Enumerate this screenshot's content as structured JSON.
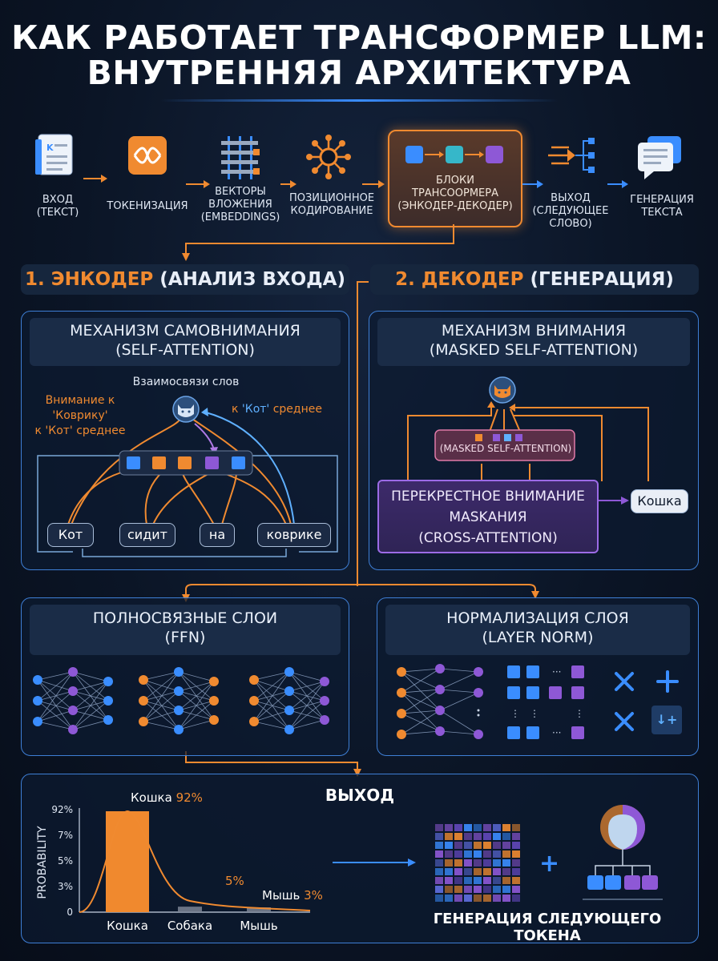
{
  "title": {
    "line1": "КАК РАБОТАЕТ ТРАНСФОРМЕР LLM:",
    "line2": "ВНУТРЕННЯЯ АРХИТЕКТУРА"
  },
  "pipeline": [
    {
      "icon": "document-icon",
      "lines": [
        "ВХОД",
        "(ТЕКСТ)"
      ]
    },
    {
      "icon": "tokenize-icon",
      "lines": [
        "ТОКЕНИЗАЦИЯ"
      ]
    },
    {
      "icon": "embedding-grid-icon",
      "lines": [
        "ВЕКТОРЫ",
        "ВЛОЖЕНИЯ",
        "(EMBEDDINGS)"
      ]
    },
    {
      "icon": "network-node-icon",
      "lines": [
        "ПОЗИЦИОННОЕ",
        "КОДИРОВАНИЕ"
      ]
    },
    {
      "icon": "transformer-block-icon",
      "lines": [
        "БЛОКИ",
        "ТРАНСООРМЕРА",
        "(ЭНКОДЕР-ДЕКОДЕР)"
      ]
    },
    {
      "icon": "output-arrow-icon",
      "lines": [
        "ВЫХОД",
        "(СЛЕДУЮЩЕЕ",
        "СЛОВО)"
      ]
    },
    {
      "icon": "chat-bubble-icon",
      "lines": [
        "ГЕНЕРАЦИЯ",
        "ТЕКСТА"
      ]
    }
  ],
  "encoder": {
    "section_num": "1. ЭНКОДЕР",
    "section_rest": "(АНАЛИЗ ВХОДА)",
    "head_line1": "МЕХАНИЗМ САМОВНИМАНИЯ",
    "head_line2": "(SELF-ATTENTION)",
    "relations_label": "Взаимосвязи слов",
    "attention_note": [
      "Внимание к",
      "'Коврику'",
      "к 'Кот' среднее"
    ],
    "note_right_prefix": "к ",
    "note_right_word": "'Кот'",
    "note_right_suffix": " среднее",
    "words": [
      "Кот",
      "сидит",
      "на",
      "коврике"
    ]
  },
  "decoder": {
    "section_num": "2. ДЕКОДЕР",
    "section_rest": "(ГЕНЕРАЦИЯ)",
    "head_line1": "МЕХАНИЗМ ВНИМАНИЯ",
    "head_line2": "(MASKED SELF-ATTENTION)",
    "masked_label": "(MASKED SELF-ATTENTION)",
    "cross_lines": [
      "ПЕРЕКРЕСТНОЕ ВНИМАНИЕ",
      "MASKАНИЯ",
      "(CROSS-ATTENTION)"
    ],
    "output_word": "Кошка"
  },
  "ffn": {
    "head_line1": "ПОЛНОСВЯЗНЫЕ СЛОИ",
    "head_line2": "(FFN)"
  },
  "norm": {
    "head_line1": "НОРМАЛИЗАЦИЯ СЛОЯ",
    "head_line2": "(LAYER NORM)",
    "tile_text": "↓+"
  },
  "output": {
    "title": "ВЫХОД",
    "generation_label": "ГЕНЕРАЦИЯ СЛЕДУЮЩЕГО ТОКЕНА"
  },
  "chart_data": {
    "type": "bar",
    "categories": [
      "Кошка",
      "Собака",
      "Мышь"
    ],
    "values": [
      92,
      5,
      3
    ],
    "ylabel": "PROBABILITY",
    "y_ticks": [
      "92%",
      "7%",
      "5%",
      "3%",
      "0"
    ],
    "data_labels": [
      {
        "prefix": "Кошка ",
        "value": "92%"
      },
      {
        "prefix": "",
        "value": "5%"
      },
      {
        "prefix": "Мышь ",
        "value": "3%"
      }
    ],
    "colors": [
      "#f0892e",
      "#7b8494",
      "#7b8494"
    ]
  },
  "colors": {
    "accent": "#f08a30",
    "panel_border": "#3e7fd6",
    "purple": "#8e58d6",
    "blue": "#3a8dff"
  }
}
